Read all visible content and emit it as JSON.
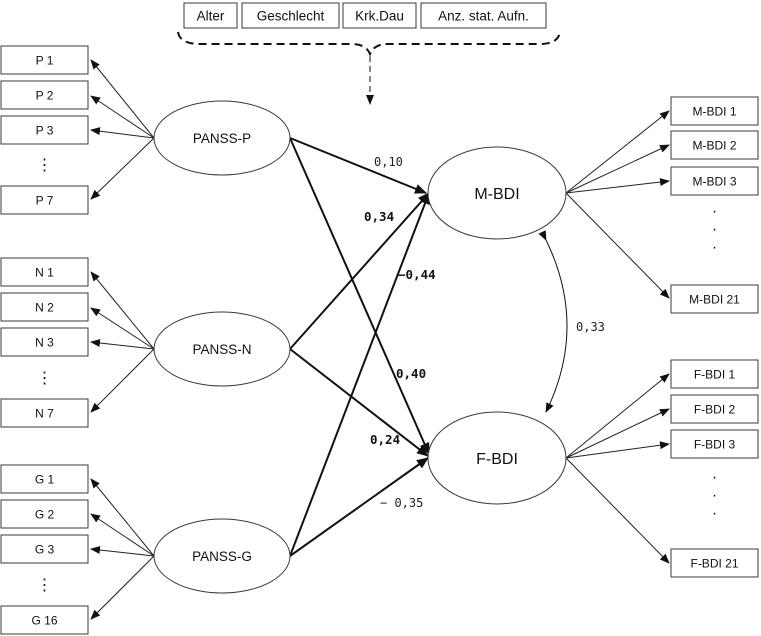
{
  "covariates": [
    "Alter",
    "Geschlecht",
    "Krk.Dau",
    "Anz. stat. Aufn."
  ],
  "latent": {
    "panss_p": "PANSS-P",
    "panss_n": "PANSS-N",
    "panss_g": "PANSS-G",
    "m_bdi": "M-BDI",
    "f_bdi": "F-BDI"
  },
  "indicators": {
    "p": [
      "P 1",
      "P 2",
      "P 3",
      "⋮",
      "P 7"
    ],
    "n": [
      "N 1",
      "N 2",
      "N 3",
      "⋮",
      "N 7"
    ],
    "g": [
      "G 1",
      "G 2",
      "G 3",
      "⋮",
      "G 16"
    ],
    "m": [
      "M-BDI 1",
      "M-BDI 2",
      "M-BDI 3",
      "M-BDI 21"
    ],
    "f": [
      "F-BDI 1",
      "F-BDI 2",
      "F-BDI 3",
      "F-BDI 21"
    ]
  },
  "vertical_dots": "·",
  "paths": {
    "p_to_m": "0,10",
    "n_to_m": "0,34",
    "p_to_f": "0,40",
    "g_to_m": "−0,44",
    "n_to_f": "0,24",
    "g_to_f": "− 0,35",
    "m_f_cov": "0,33"
  }
}
